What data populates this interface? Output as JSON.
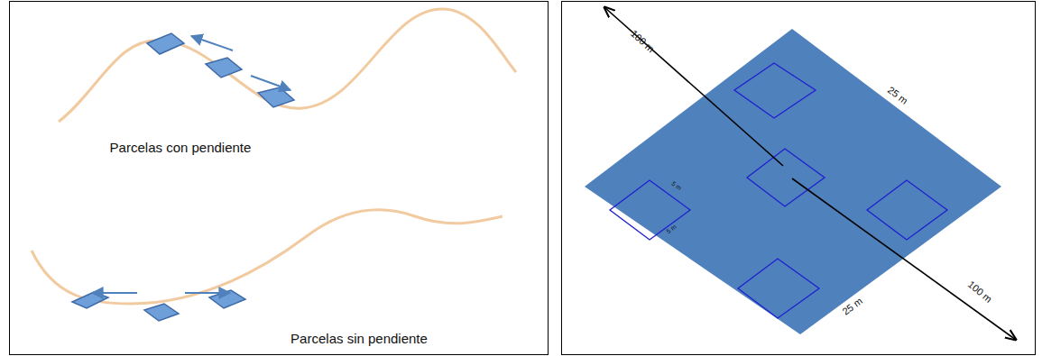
{
  "diagram": {
    "labels": [
      "Parcelas con pendiente",
      "Parcelas sin pendiente",
      "100 m",
      "25 m",
      "5 m",
      "5 m",
      "100 m",
      "25 m"
    ]
  }
}
